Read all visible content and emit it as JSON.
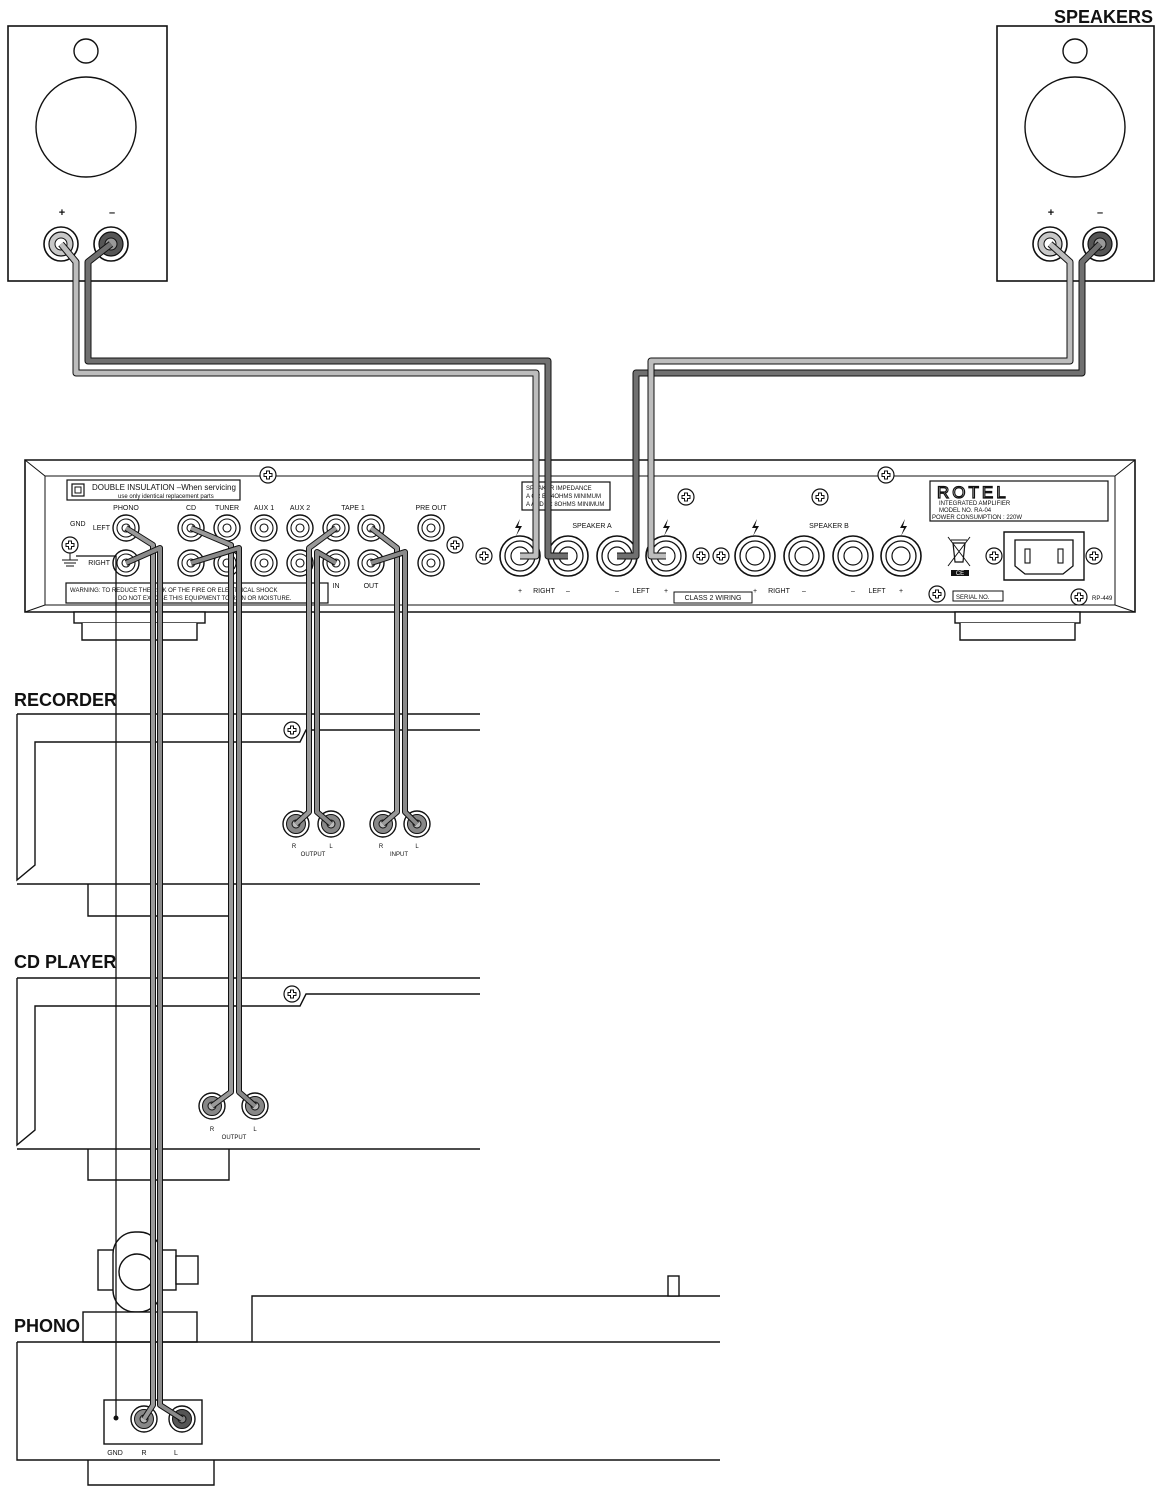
{
  "sections": {
    "speakers": "SPEAKERS",
    "recorder": "RECORDER",
    "cd_player": "CD PLAYER",
    "phono": "PHONO"
  },
  "speaker": {
    "plus": "+",
    "minus": "–"
  },
  "amplifier": {
    "double_insulation_1": "DOUBLE INSULATION –When servicing",
    "double_insulation_2": "use only identical replacement parts",
    "warning_1": "WARNING: TO REDUCE THE RISK OF THE FIRE OR ELECTRICAL SHOCK",
    "warning_2": "DO NOT EXPOSE THIS EQUIPMENT TO RAIN OR MOISTURE.",
    "gnd": "GND",
    "left": "LEFT",
    "right": "RIGHT",
    "phono": "PHONO",
    "cd": "CD",
    "tuner": "TUNER",
    "aux1": "AUX 1",
    "aux2": "AUX 2",
    "tape1": "TAPE 1",
    "in": "IN",
    "out": "OUT",
    "pre_out": "PRE OUT",
    "impedance_1": "SPEAKER IMPEDANCE",
    "impedance_2": "A OR B : 4OHMS MINIMUM",
    "impedance_3": "A AND B : 8OHMS MINIMUM",
    "speaker_a": "SPEAKER A",
    "speaker_b": "SPEAKER B",
    "term_plus": "+",
    "term_minus": "–",
    "term_right": "RIGHT",
    "term_left": "LEFT",
    "class2": "CLASS 2 WIRING",
    "brand": "ROTEL",
    "plate_1": "INTEGRATED AMPLIFIER",
    "plate_2": "MODEL NO. RA-04",
    "plate_3": "POWER CONSUMPTION : 220W",
    "serial": "SERIAL NO.",
    "code": "RP-449",
    "weee": "CE"
  },
  "recorder": {
    "r": "R",
    "l": "L",
    "output": "OUTPUT",
    "input": "INPUT"
  },
  "cd": {
    "r": "R",
    "l": "L",
    "output": "OUTPUT"
  },
  "turntable": {
    "gnd": "GND",
    "r": "R",
    "l": "L"
  },
  "colors": {
    "cable_light": "#b9b9b9",
    "cable_dark": "#6e6e6e",
    "cable_mid": "#8c8c8c",
    "outline": "#111111"
  }
}
